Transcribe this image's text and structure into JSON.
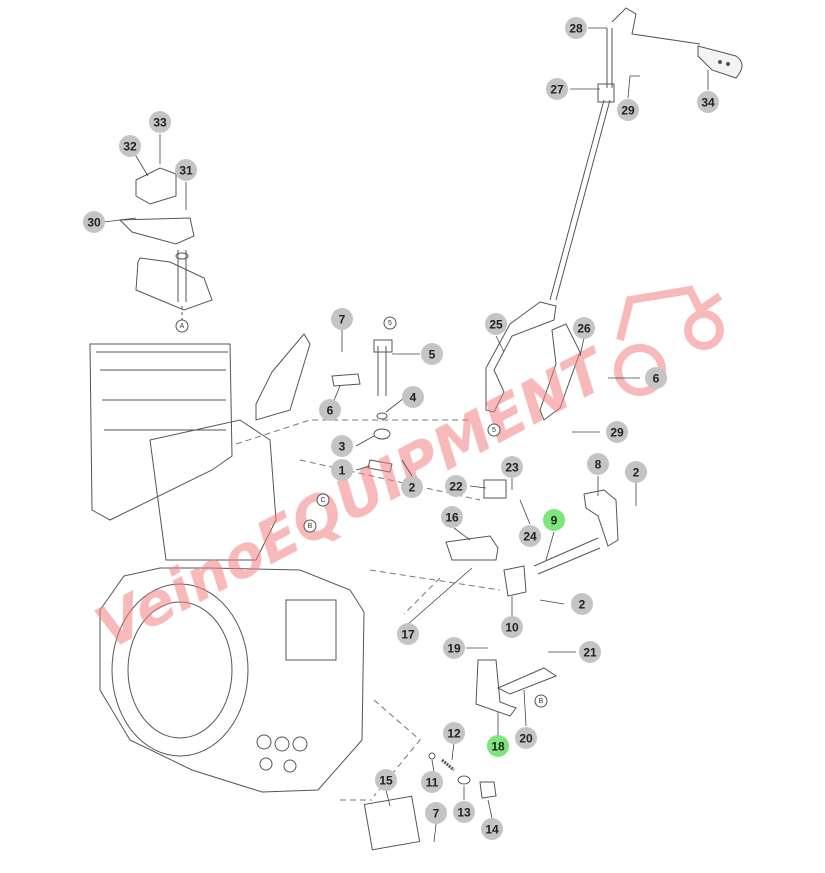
{
  "callouts": [
    {
      "text": "28",
      "highlight": false
    },
    {
      "text": "27",
      "highlight": false
    },
    {
      "text": "29",
      "highlight": false
    },
    {
      "text": "34",
      "highlight": false
    },
    {
      "text": "33",
      "highlight": false
    },
    {
      "text": "32",
      "highlight": false
    },
    {
      "text": "31",
      "highlight": false
    },
    {
      "text": "30",
      "highlight": false
    },
    {
      "text": "7",
      "highlight": false
    },
    {
      "text": "5",
      "highlight": false
    },
    {
      "text": "6",
      "highlight": false
    },
    {
      "text": "4",
      "highlight": false
    },
    {
      "text": "3",
      "highlight": false
    },
    {
      "text": "1",
      "highlight": false
    },
    {
      "text": "2",
      "highlight": false
    },
    {
      "text": "25",
      "highlight": false
    },
    {
      "text": "26",
      "highlight": false
    },
    {
      "text": "6",
      "highlight": false
    },
    {
      "text": "29",
      "highlight": false
    },
    {
      "text": "23",
      "highlight": false
    },
    {
      "text": "22",
      "highlight": false
    },
    {
      "text": "24",
      "highlight": false
    },
    {
      "text": "8",
      "highlight": false
    },
    {
      "text": "2",
      "highlight": false
    },
    {
      "text": "9",
      "highlight": true
    },
    {
      "text": "16",
      "highlight": false
    },
    {
      "text": "2",
      "highlight": false
    },
    {
      "text": "17",
      "highlight": false
    },
    {
      "text": "10",
      "highlight": false
    },
    {
      "text": "19",
      "highlight": false
    },
    {
      "text": "21",
      "highlight": false
    },
    {
      "text": "20",
      "highlight": false
    },
    {
      "text": "18",
      "highlight": true
    },
    {
      "text": "12",
      "highlight": false
    },
    {
      "text": "11",
      "highlight": false
    },
    {
      "text": "13",
      "highlight": false
    },
    {
      "text": "14",
      "highlight": false
    },
    {
      "text": "15",
      "highlight": false
    },
    {
      "text": "7",
      "highlight": false
    }
  ],
  "ref_marks": [
    {
      "text": "A"
    },
    {
      "text": "5"
    },
    {
      "text": "5"
    },
    {
      "text": "C"
    },
    {
      "text": "B"
    },
    {
      "text": "B"
    }
  ],
  "watermark": {
    "text": "VeinoEQUIPMENT"
  },
  "colors": {
    "callout_fill": "#c4c4c4",
    "highlight_fill": "#7ee47e",
    "line": "#555555",
    "watermark": "#f08080"
  }
}
